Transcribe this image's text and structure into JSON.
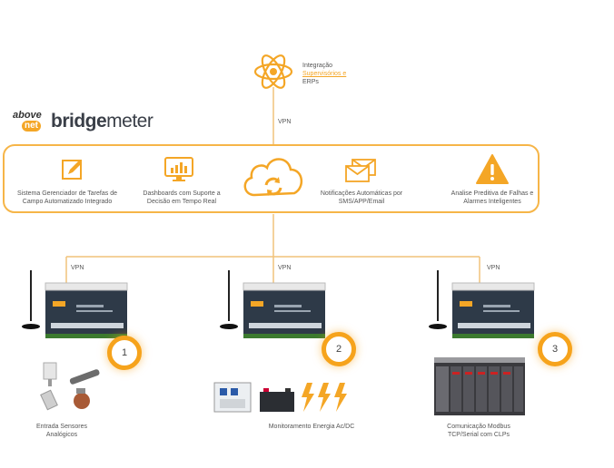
{
  "top": {
    "title_line1": "Integração",
    "title_line2": "Supervisórios e",
    "title_line3": "ERPs"
  },
  "vpn_label": "VPN",
  "brand": {
    "above": "above",
    "net": "net",
    "bridge": "bridge",
    "meter": "meter"
  },
  "features": [
    {
      "line1": "Sistema Gerenciador de Tarefas de",
      "line2": "Campo Automatizado Integrado",
      "icon": "edit-icon"
    },
    {
      "line1": "Dashboards com Suporte a",
      "line2": "Decisão em Tempo Real",
      "icon": "dashboard-icon"
    },
    {
      "line1": "",
      "line2": "",
      "icon": "cloud-sync-icon"
    },
    {
      "line1": "Notificações Automáticas por",
      "line2": "SMS/APP/Email",
      "icon": "mail-icon"
    },
    {
      "line1": "Analise Preditiva de Falhas e",
      "line2": "Alarmes Inteligentes",
      "icon": "warning-icon"
    }
  ],
  "nodes": [
    {
      "number": "1",
      "line1": "Entrada Sensores",
      "line2": "Analógicos"
    },
    {
      "number": "2",
      "line1": "Monitoramento Energia Ac/DC",
      "line2": ""
    },
    {
      "number": "3",
      "line1": "Comunicação Modbus",
      "line2": "TCP/Serial com CLPs"
    }
  ],
  "colors": {
    "accent": "#f4a626",
    "text": "#555555",
    "line": "#f1c27a"
  }
}
